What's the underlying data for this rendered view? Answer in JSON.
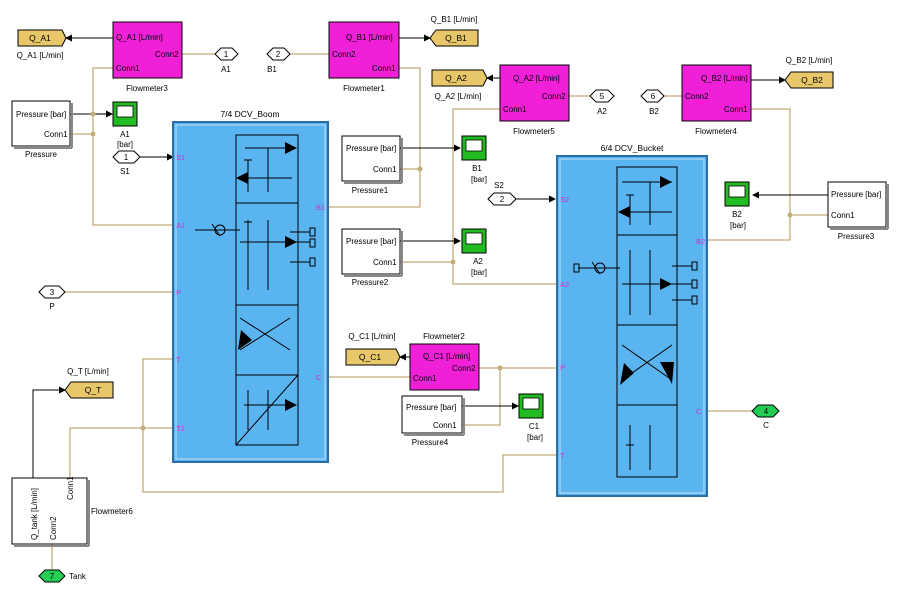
{
  "colors": {
    "flowmeter": "#f020d8",
    "goto": "#e8c76a",
    "scope": "#22bb22",
    "dcv": "#5ab4f0",
    "wire": "#c2ac78",
    "port_label": "#cc33cc",
    "tank_port": "#22cc55"
  },
  "flowmeters": [
    {
      "name": "Flowmeter3",
      "q_label": "Q_A1 [L/min]",
      "conn2": "Conn2",
      "conn1": "Conn1"
    },
    {
      "name": "Flowmeter1",
      "q_label": "Q_B1 [L/min]",
      "conn2": "Conn2",
      "conn1": "Conn1"
    },
    {
      "name": "Flowmeter5",
      "q_label": "Q_A2 [L/min]",
      "conn2": "Conn2",
      "conn1": "Conn1"
    },
    {
      "name": "Flowmeter4",
      "q_label": "Q_B2 [L/min]",
      "conn2": "Conn2",
      "conn1": "Conn1"
    },
    {
      "name": "Flowmeter2",
      "q_label": "Q_C1 [L/min]",
      "conn2": "Conn2",
      "conn1": "Conn1"
    },
    {
      "name": "Flowmeter6",
      "q_label": "Q_tank [L/min]",
      "conn2": "Conn2",
      "conn1": "Conn1"
    }
  ],
  "gotos": [
    {
      "tag": "Q_A1",
      "caption": "Q_A1 [L/min]"
    },
    {
      "tag": "Q_B1",
      "caption": "Q_B1 [L/min]"
    },
    {
      "tag": "Q_A2",
      "caption": "Q_A2 [L/min]"
    },
    {
      "tag": "Q_B2",
      "caption": "Q_B2 [L/min]"
    },
    {
      "tag": "Q_C1",
      "caption": "Q_C1 [L/min]"
    },
    {
      "tag": "Q_T",
      "caption": "Q_T [L/min]"
    }
  ],
  "pressure_sensors": [
    {
      "name": "Pressure",
      "out": "Pressure [bar]",
      "conn": "Conn1"
    },
    {
      "name": "Pressure1",
      "out": "Pressure [bar]",
      "conn": "Conn1"
    },
    {
      "name": "Pressure2",
      "out": "Pressure [bar]",
      "conn": "Conn1"
    },
    {
      "name": "Pressure3",
      "out": "Pressure [bar]",
      "conn": "Conn1"
    },
    {
      "name": "Pressure4",
      "out": "Pressure [bar]",
      "conn": "Conn1"
    }
  ],
  "scopes": [
    {
      "name": "A1",
      "unit": "[bar]"
    },
    {
      "name": "B1",
      "unit": "[bar]"
    },
    {
      "name": "A2",
      "unit": "[bar]"
    },
    {
      "name": "B2",
      "unit": "[bar]"
    },
    {
      "name": "C1",
      "unit": "[bar]"
    }
  ],
  "ports": [
    {
      "num": "1",
      "name": "A1"
    },
    {
      "num": "2",
      "name": "B1"
    },
    {
      "num": "5",
      "name": "A2"
    },
    {
      "num": "6",
      "name": "B2"
    },
    {
      "num": "1",
      "name": "S1"
    },
    {
      "num": "2",
      "name": "S2"
    },
    {
      "num": "3",
      "name": "P"
    },
    {
      "num": "4",
      "name": "C"
    },
    {
      "num": "7",
      "name": "Tank"
    }
  ],
  "dcv_boom": {
    "title": "7/4 DCV_Boom",
    "ports": [
      "S1",
      "A1",
      "B1",
      "P",
      "T",
      "C",
      "T1"
    ]
  },
  "dcv_bucket": {
    "title": "6/4 DCV_Bucket",
    "ports": [
      "S2",
      "B2",
      "A2",
      "P",
      "C",
      "T"
    ]
  }
}
